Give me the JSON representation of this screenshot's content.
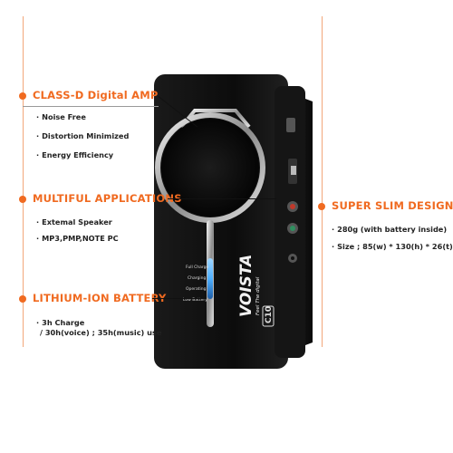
{
  "callouts": {
    "class_d": {
      "title": "CLASS-D Digital AMP",
      "items": [
        "Noise Free",
        "Distortion Minimized",
        "Energy Efficiency"
      ]
    },
    "multiful": {
      "title": "MULTIFUL APPLICATIONS",
      "items": [
        "Extemal Speaker",
        "MP3,PMP,NOTE PC"
      ]
    },
    "battery": {
      "title": "LITHIUM-ION BATTERY",
      "line1": "3h Charge",
      "line2": "/ 30h(voice) ; 35h(music) use"
    },
    "slim": {
      "title": "SUPER SLIM DESIGN",
      "items": [
        "280g (with battery inside)",
        "Size ; 85(w) * 130(h) * 26(t)"
      ]
    }
  },
  "device": {
    "brand": "VOISTA",
    "tagline": "Feel The digital",
    "model": "C10",
    "led_labels": [
      "Full Charge",
      "Charging",
      "Operating",
      "Low Battery"
    ]
  },
  "colors": {
    "accent": "#f06a20",
    "device_body": "#111111",
    "led": "#4fb0ff"
  }
}
